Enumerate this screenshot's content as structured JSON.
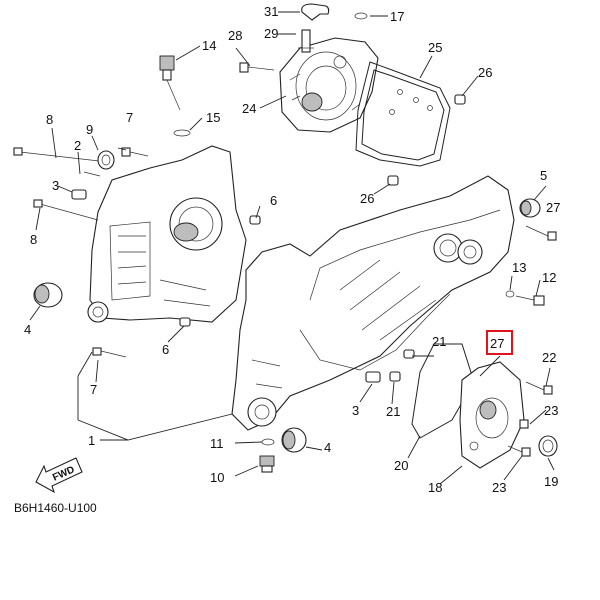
{
  "diagram_code": "B6H1460-U100",
  "fwd_label": "FWD",
  "highlight_color": "#e0141e",
  "callouts": {
    "c1": "1",
    "c2": "2",
    "c3a": "3",
    "c3b": "3",
    "c4a": "4",
    "c4b": "4",
    "c5": "5",
    "c6a": "6",
    "c6b": "6",
    "c7a": "7",
    "c7b": "7",
    "c8a": "8",
    "c8b": "8",
    "c9": "9",
    "c10": "10",
    "c11": "11",
    "c12": "12",
    "c13": "13",
    "c14": "14",
    "c15": "15",
    "c17": "17",
    "c18": "18",
    "c19": "19",
    "c20": "20",
    "c21a": "21",
    "c21b": "21",
    "c22": "22",
    "c23a": "23",
    "c23b": "23",
    "c24": "24",
    "c25": "25",
    "c26a": "26",
    "c26b": "26",
    "c27a": "27",
    "c27b": "27",
    "c28": "28",
    "c29": "29",
    "c31": "31"
  }
}
